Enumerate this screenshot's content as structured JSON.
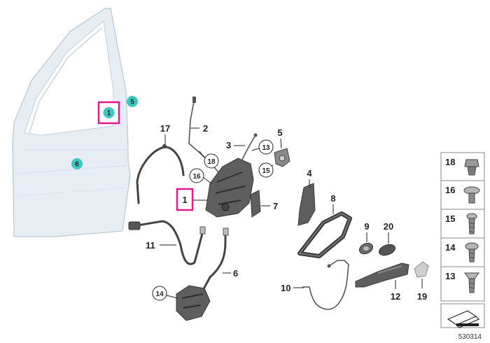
{
  "diagram": {
    "reference_number": "530314",
    "door_labels": {
      "label_1": "1",
      "label_5": "5",
      "label_6": "6"
    },
    "callouts": [
      {
        "id": "c17",
        "label": "17"
      },
      {
        "id": "c2",
        "label": "2"
      },
      {
        "id": "c18",
        "label": "18"
      },
      {
        "id": "c3",
        "label": "3"
      },
      {
        "id": "c13",
        "label": "13"
      },
      {
        "id": "c5",
        "label": "5"
      },
      {
        "id": "c15",
        "label": "15"
      },
      {
        "id": "c16",
        "label": "16"
      },
      {
        "id": "c1",
        "label": "1"
      },
      {
        "id": "c7",
        "label": "7"
      },
      {
        "id": "c4",
        "label": "4"
      },
      {
        "id": "c8",
        "label": "8"
      },
      {
        "id": "c9",
        "label": "9"
      },
      {
        "id": "c20",
        "label": "20"
      },
      {
        "id": "c11",
        "label": "11"
      },
      {
        "id": "c6",
        "label": "6"
      },
      {
        "id": "c14",
        "label": "14"
      },
      {
        "id": "c10",
        "label": "10"
      },
      {
        "id": "c12",
        "label": "12"
      },
      {
        "id": "c19",
        "label": "19"
      }
    ],
    "legend": [
      {
        "label": "18",
        "icon": "clip-nut-icon"
      },
      {
        "label": "16",
        "icon": "flat-head-screw-icon"
      },
      {
        "label": "15",
        "icon": "screw-icon"
      },
      {
        "label": "14",
        "icon": "flange-screw-icon"
      },
      {
        "label": "13",
        "icon": "countersunk-screw-icon"
      }
    ],
    "colors": {
      "highlight": "#e8178a",
      "teal_marker": "#3cc7c1",
      "door_panel": "#e6eef4",
      "door_edge": "#b9c7d2"
    }
  }
}
